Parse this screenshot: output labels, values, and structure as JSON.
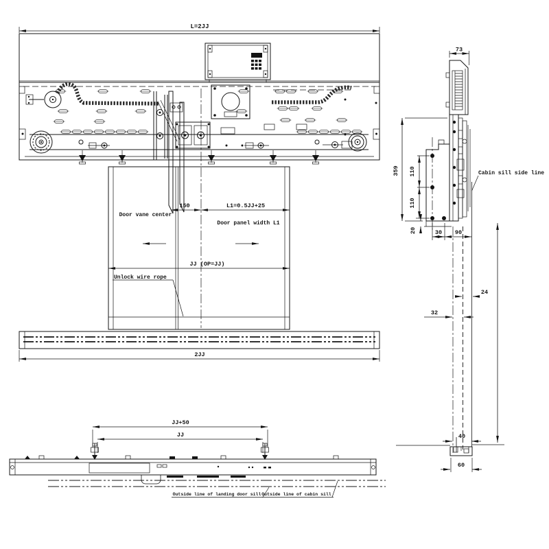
{
  "drawing": {
    "background": "#ffffff",
    "line_color": "#141414"
  },
  "front_view": {
    "dim_overall": "L=2JJ",
    "dim_vane_offset": "150",
    "dim_panel_width": "L1=0.5JJ+25",
    "label_vane_center": "Door vane center",
    "label_panel_width": "Door panel width L1",
    "dim_opening": "JJ  (OP=JJ)",
    "label_unlock_rope": "Unlock wire rope",
    "dim_sill_total": "2JJ"
  },
  "side_view": {
    "dim_top_width": "73",
    "dim_height": "359",
    "dim_spacing_upper": "110",
    "dim_spacing_lower": "110",
    "dim_bottom_offset": "20",
    "dim_bolt_span": "30",
    "dim_sill_offset": "90",
    "dim_gap_right": "24",
    "dim_gap_left": "32",
    "dim_groove": "40",
    "dim_sill_width": "60",
    "label_cabin_sill_line": "Cabin sill side line"
  },
  "bottom_view": {
    "dim_bracket_span": "JJ+50",
    "dim_opening": "JJ",
    "label_landing_sill": "Outside line of landing door sill",
    "label_cabin_sill": "Outside line of cabin sill"
  }
}
